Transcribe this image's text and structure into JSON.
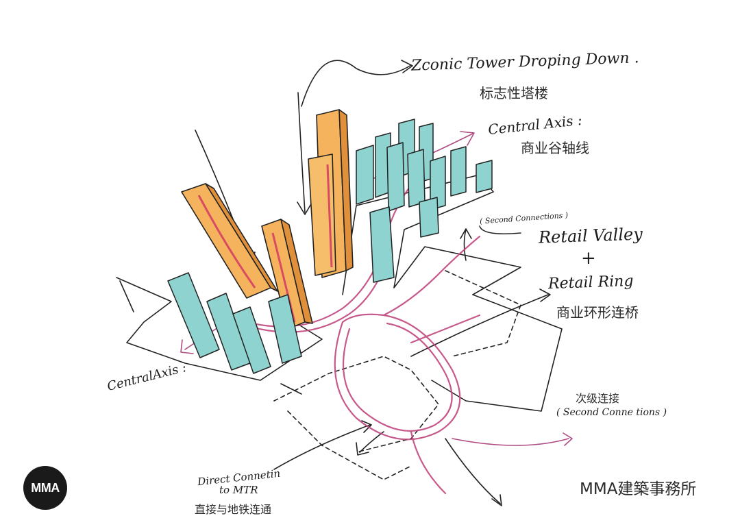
{
  "labels": {
    "iconic_tower_en": "Zconic Tower Droping Down .",
    "iconic_tower_cn": "标志性塔楼",
    "central_axis_top_en": "Central Axis :",
    "central_axis_top_cn": "商业谷轴线",
    "second_connections_note": "( Second Connections )",
    "retail_valley_en": "Retail Valley",
    "plus_sign": "+",
    "retail_ring_en": "Retail Ring",
    "retail_ring_cn": "商业环形连桥",
    "central_axis_left_en": "CentralAxis :",
    "secondary_connection_cn": "次级连接",
    "secondary_connection_en": "( Second Conne tions )",
    "direct_metro_en_line1": "Direct Connetin",
    "direct_metro_en_line2": "to MTR",
    "direct_metro_cn": "直接与地铁连通"
  },
  "brand": {
    "logo_text": "MMA",
    "firm_name": "MMA建築事務所"
  },
  "colors": {
    "orange_tower": "#f4b35c",
    "teal_tower": "#8fd3d0",
    "pink_path": "#c2477e",
    "ink": "#1c1c1c"
  }
}
